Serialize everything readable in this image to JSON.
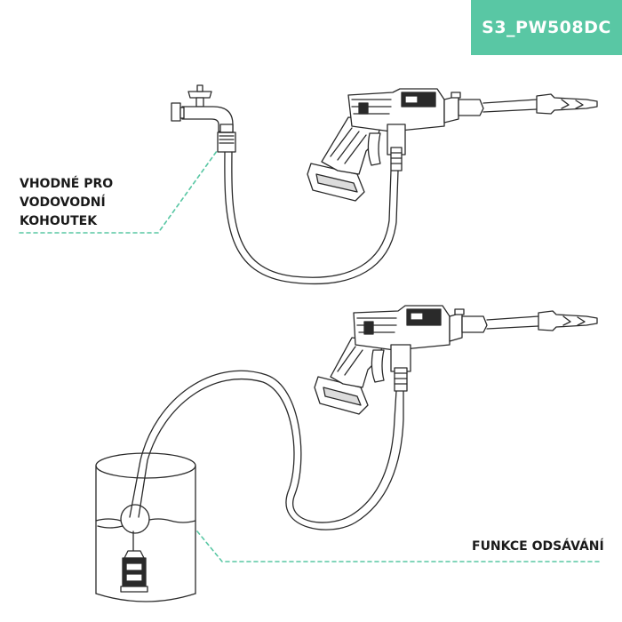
{
  "badge": {
    "code": "S3_PW508DC",
    "color": "#59c7a4"
  },
  "labels": {
    "faucet_line1": "VHODNÉ PRO",
    "faucet_line2": "VODOVODNÍ",
    "faucet_line3": "KOHOUTEK",
    "suction": "FUNKCE ODSÁVÁNÍ"
  },
  "colors": {
    "accent": "#59c7a4",
    "line": "#2a2a2a",
    "text": "#1a1a1a"
  }
}
